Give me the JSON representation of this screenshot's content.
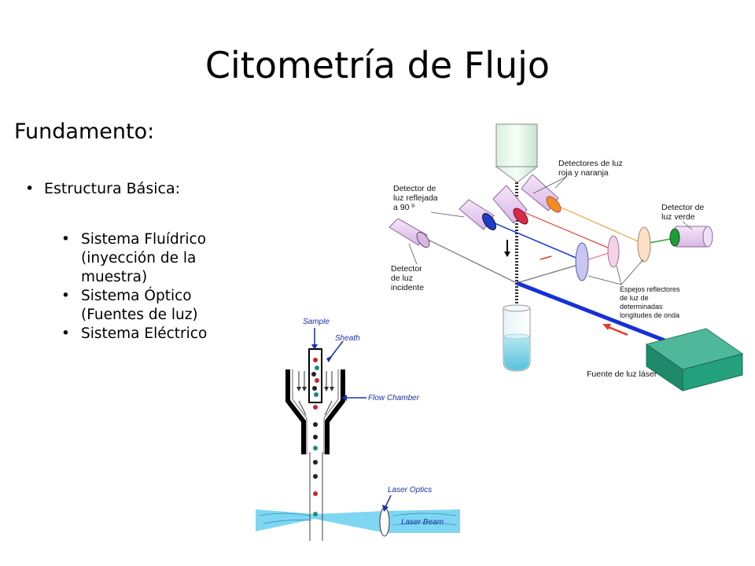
{
  "slide": {
    "title": "Citometría de Flujo",
    "subtitle": "Fundamento:",
    "bullet": "Estructura Básica:",
    "subbullets": [
      "Sistema Fluídrico (inyección de la muestra)",
      "Sistema Óptico (Fuentes de luz)",
      "Sistema Eléctrico"
    ]
  },
  "diagram_optical": {
    "labels": {
      "detectores_1": "Detectores de luz",
      "detectores_2": "roja y naranja",
      "reflejada_1": "Detector de",
      "reflejada_2": "luz reflejada",
      "reflejada_3": "a 90 º",
      "verde_1": "Detector de",
      "verde_2": "luz verde",
      "incidente_1": "Detector",
      "incidente_2": "de luz",
      "incidente_3": "incidente",
      "espejos_1": "Espejos reflectores",
      "espejos_2": "de luz de",
      "espejos_3": "determinadas",
      "espejos_4": "longitudes de onda",
      "fuente": "Fuente de luz láser"
    }
  },
  "diagram_fluidic": {
    "labels": {
      "sample": "Sample",
      "sheath": "Sheath",
      "flow_chamber": "Flow Chamber",
      "laser_optics": "Laser Optics",
      "laser_beam": "Laser Beam"
    }
  }
}
